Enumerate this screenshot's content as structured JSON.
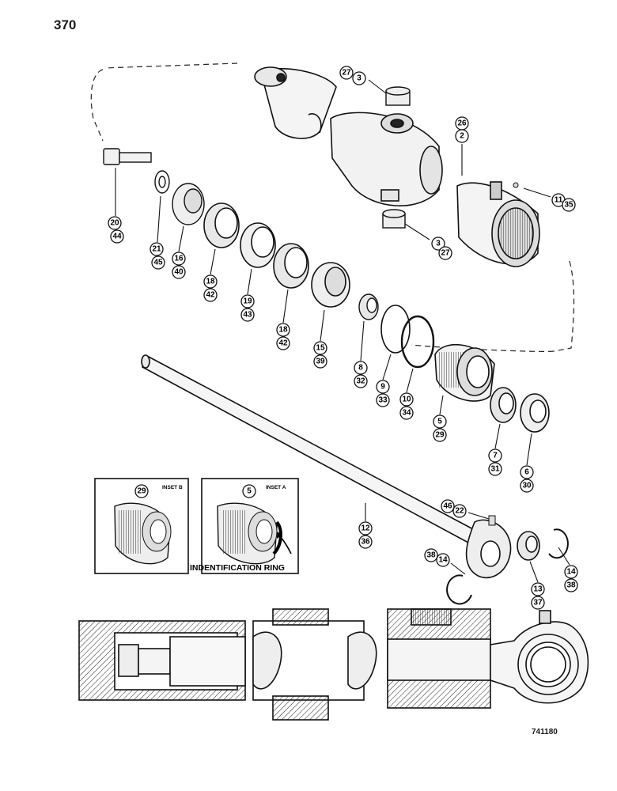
{
  "page_number": "370",
  "figure_code": "741180",
  "inset_b": {
    "callout": "29",
    "title": "INSET B"
  },
  "inset_a": {
    "callout": "5",
    "title": "INSET A",
    "label": "INDENTIFICATION RING"
  },
  "callouts": {
    "c27_3_top": [
      "27",
      "3"
    ],
    "c26_2": [
      "26",
      "2"
    ],
    "c11_35": [
      "11",
      "35"
    ],
    "c20_44": [
      "20",
      "44"
    ],
    "c21_45": [
      "21",
      "45"
    ],
    "c16_40": [
      "16",
      "40"
    ],
    "c18_42_a": [
      "18",
      "42"
    ],
    "c19_43": [
      "19",
      "43"
    ],
    "c18_42_b": [
      "18",
      "42"
    ],
    "c15_39": [
      "15",
      "39"
    ],
    "c3_27_low": [
      "3",
      "27"
    ],
    "c8_32": [
      "8",
      "32"
    ],
    "c9_33": [
      "9",
      "33"
    ],
    "c10_34": [
      "10",
      "34"
    ],
    "c5_29": [
      "5",
      "29"
    ],
    "c7_31": [
      "7",
      "31"
    ],
    "c6_30": [
      "6",
      "30"
    ],
    "c12_36": [
      "12",
      "36"
    ],
    "c46_22": [
      "46",
      "22"
    ],
    "c38_14_left": [
      "38",
      "14"
    ],
    "c13_37": [
      "13",
      "37"
    ],
    "c14_38_right": [
      "14",
      "38"
    ]
  }
}
